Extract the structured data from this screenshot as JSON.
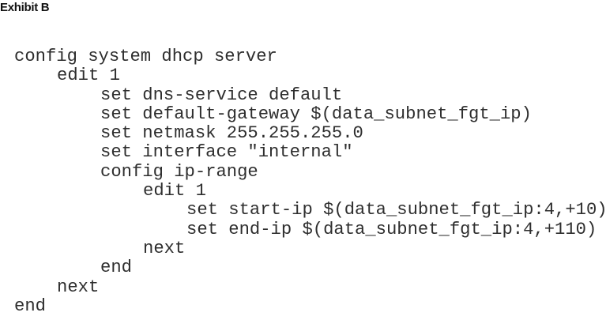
{
  "title": "Exhibit B",
  "code_lines": [
    {
      "indent": 0,
      "text": "config system dhcp server"
    },
    {
      "indent": 1,
      "text": "edit 1"
    },
    {
      "indent": 2,
      "text": "set dns-service default"
    },
    {
      "indent": 2,
      "text": "set default-gateway $(data_subnet_fgt_ip)"
    },
    {
      "indent": 2,
      "text": "set netmask 255.255.255.0"
    },
    {
      "indent": 2,
      "text": "set interface \"internal\""
    },
    {
      "indent": 2,
      "text": "config ip-range"
    },
    {
      "indent": 3,
      "text": "edit 1"
    },
    {
      "indent": 4,
      "text": "set start-ip $(data_subnet_fgt_ip:4,+10)"
    },
    {
      "indent": 4,
      "text": "set end-ip $(data_subnet_fgt_ip:4,+110)"
    },
    {
      "indent": 3,
      "text": "next"
    },
    {
      "indent": 2,
      "text": "end"
    },
    {
      "indent": 1,
      "text": "next"
    },
    {
      "indent": 0,
      "text": "end"
    }
  ]
}
